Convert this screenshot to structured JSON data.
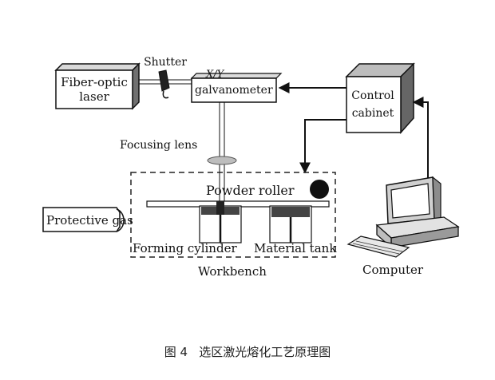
{
  "diagram": {
    "labels": {
      "fiber_laser_line1": "Fiber-optic",
      "fiber_laser_line2": "laser",
      "shutter": "Shutter",
      "galvanometer_line1": "X/Y",
      "galvanometer_line2": "galvanometer",
      "control_line1": "Control",
      "control_line2": "cabinet",
      "focusing_lens": "Focusing lens",
      "powder_roller": "Powder roller",
      "protective_gas": "Protective gas",
      "forming_cylinder": "Forming cylinder",
      "material_tank": "Material tank",
      "workbench": "Workbench",
      "computer": "Computer"
    },
    "caption": "图 4   选区激光熔化工艺原理图"
  },
  "colors": {
    "line": "#111111",
    "box_fill": "#ffffff",
    "cabinet_side": "#6e6e6e",
    "cabinet_top": "#b5b5b5",
    "beam": "#c9c9c9",
    "lens": "#bdbdbd",
    "powder": "#444444",
    "computer_gray": "#cfcfcf"
  }
}
